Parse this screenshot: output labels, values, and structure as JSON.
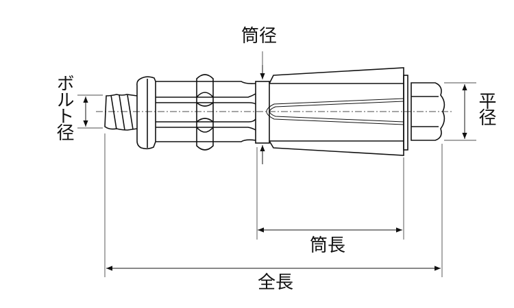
{
  "labels": {
    "sleeve_diameter": "筒径",
    "bolt_diameter": "ボルト径",
    "flat_diameter": "平径",
    "sleeve_length": "筒長",
    "total_length": "全長"
  },
  "colors": {
    "line": "#111111",
    "background": "#ffffff"
  }
}
